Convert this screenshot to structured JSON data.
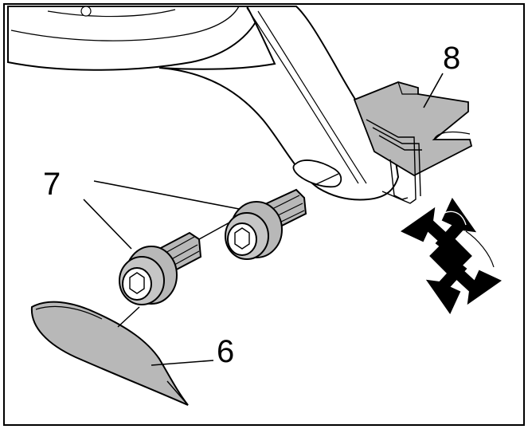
{
  "figure": {
    "callouts": {
      "part_6": "6",
      "part_7": "7",
      "part_8": "8"
    },
    "symbols": {
      "prohibition": "do-not-icon"
    },
    "colors": {
      "line": "#000000",
      "part_fill": "#b8b8b8",
      "background": "#ffffff"
    }
  }
}
